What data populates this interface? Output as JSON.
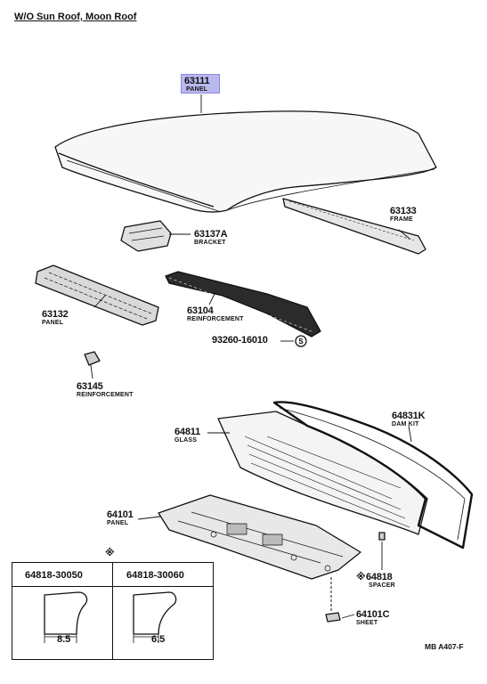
{
  "title": "W/O Sun Roof, Moon Roof",
  "diagram_code": "MB  A407-F",
  "parts": {
    "p63111": {
      "number": "63111",
      "name": "PANEL"
    },
    "p63133": {
      "number": "63133",
      "name": "FRAME"
    },
    "p63137A": {
      "number": "63137A",
      "name": "BRACKET"
    },
    "p63132": {
      "number": "63132",
      "name": "PANEL"
    },
    "p63104": {
      "number": "63104",
      "name": "REINFORCEMENT"
    },
    "p93260": {
      "number": "93260-16010",
      "symbol": "S"
    },
    "p63145": {
      "number": "63145",
      "name": "REINFORCEMENT"
    },
    "p64811": {
      "number": "64811",
      "name": "GLASS"
    },
    "p64831K": {
      "number": "64831K",
      "name": "DAM KIT"
    },
    "p64101": {
      "number": "64101",
      "name": "PANEL"
    },
    "p64818": {
      "number": "64818",
      "name": "SPACER",
      "mark": "※"
    },
    "p64101C": {
      "number": "64101C",
      "name": "SHEET"
    }
  },
  "variant_table": {
    "mark": "※",
    "columns": [
      {
        "part": "64818-30050",
        "dimension": "8.5"
      },
      {
        "part": "64818-30060",
        "dimension": "6.5"
      }
    ]
  }
}
